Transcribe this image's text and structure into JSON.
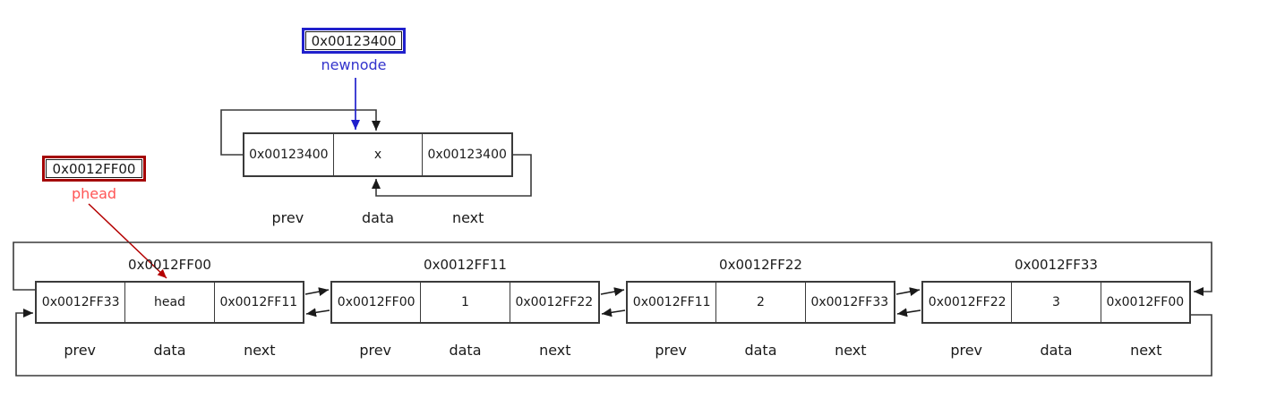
{
  "field_labels": [
    "prev",
    "data",
    "next"
  ],
  "newnode": {
    "pointer": {
      "address": "0x00123400",
      "label": "newnode"
    },
    "node": {
      "prev": "0x00123400",
      "data": "x",
      "next": "0x00123400"
    }
  },
  "phead": {
    "pointer": {
      "address": "0x0012FF00",
      "label": "phead"
    }
  },
  "list": {
    "nodes": [
      {
        "address": "0x0012FF00",
        "prev": "0x0012FF33",
        "data": "head",
        "next": "0x0012FF11"
      },
      {
        "address": "0x0012FF11",
        "prev": "0x0012FF00",
        "data": "1",
        "next": "0x0012FF22"
      },
      {
        "address": "0x0012FF22",
        "prev": "0x0012FF11",
        "data": "2",
        "next": "0x0012FF33"
      },
      {
        "address": "0x0012FF33",
        "prev": "0x0012FF22",
        "data": "3",
        "next": "0x0012FF00"
      }
    ]
  },
  "colors": {
    "pointer_box_blue": "#2020cc",
    "pointer_label_blue": "#3333cc",
    "pointer_box_red": "#a40000",
    "pointer_label_red": "#ff5555",
    "wire": "#3a3a3a"
  }
}
